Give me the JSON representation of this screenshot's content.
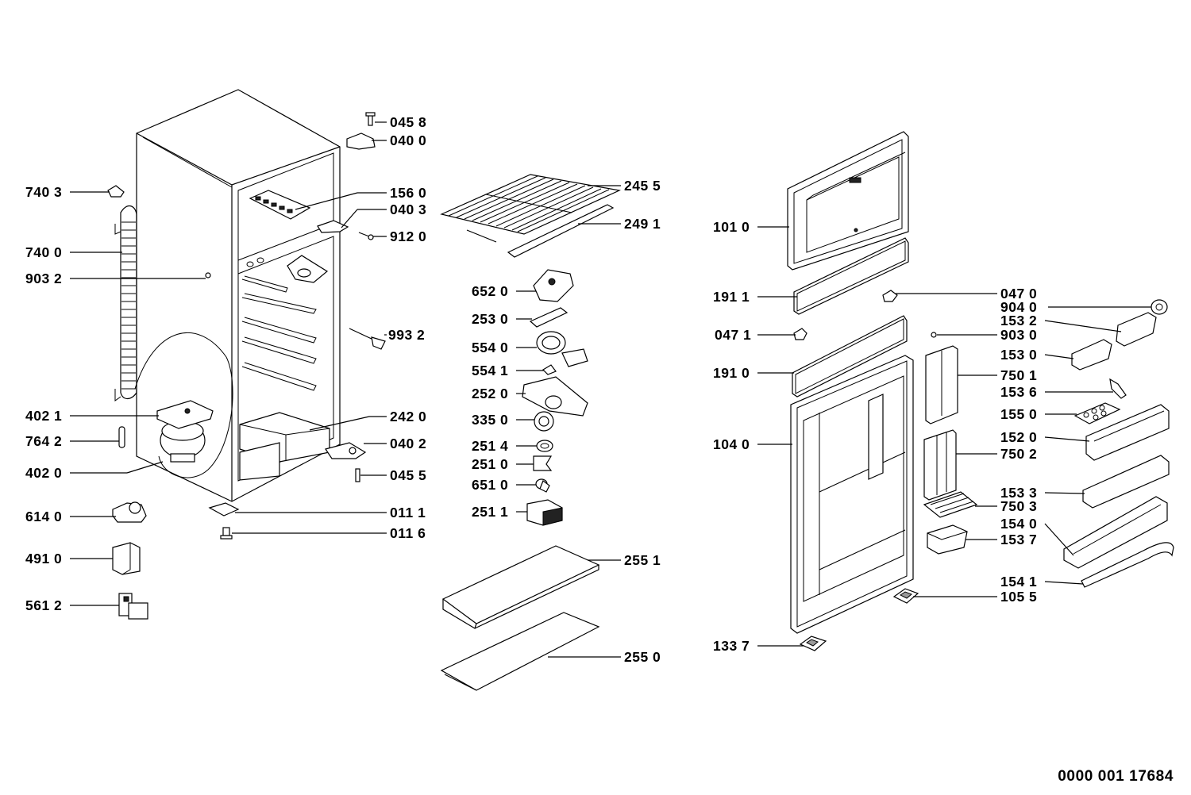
{
  "document_number": "0000 001 17684",
  "parts": [
    {
      "name": "part-045-8",
      "code": "045 8"
    },
    {
      "name": "part-040-0",
      "code": "040 0"
    },
    {
      "name": "part-740-3",
      "code": "740 3"
    },
    {
      "name": "part-156-0",
      "code": "156 0"
    },
    {
      "name": "part-040-3",
      "code": "040 3"
    },
    {
      "name": "part-912-0",
      "code": "912 0"
    },
    {
      "name": "part-740-0",
      "code": "740 0"
    },
    {
      "name": "part-903-2",
      "code": "903 2"
    },
    {
      "name": "part-993-2",
      "code": "993 2"
    },
    {
      "name": "part-402-1",
      "code": "402 1"
    },
    {
      "name": "part-242-0",
      "code": "242 0"
    },
    {
      "name": "part-764-2",
      "code": "764 2"
    },
    {
      "name": "part-040-2",
      "code": "040 2"
    },
    {
      "name": "part-402-0",
      "code": "402 0"
    },
    {
      "name": "part-045-5",
      "code": "045 5"
    },
    {
      "name": "part-614-0",
      "code": "614 0"
    },
    {
      "name": "part-011-1",
      "code": "011 1"
    },
    {
      "name": "part-011-6",
      "code": "011 6"
    },
    {
      "name": "part-491-0",
      "code": "491 0"
    },
    {
      "name": "part-561-2",
      "code": "561 2"
    },
    {
      "name": "part-245-5",
      "code": "245 5"
    },
    {
      "name": "part-249-1",
      "code": "249 1"
    },
    {
      "name": "part-652-0",
      "code": "652 0"
    },
    {
      "name": "part-253-0",
      "code": "253 0"
    },
    {
      "name": "part-554-0",
      "code": "554 0"
    },
    {
      "name": "part-554-1",
      "code": "554 1"
    },
    {
      "name": "part-252-0",
      "code": "252 0"
    },
    {
      "name": "part-335-0",
      "code": "335 0"
    },
    {
      "name": "part-251-4",
      "code": "251 4"
    },
    {
      "name": "part-251-0",
      "code": "251 0"
    },
    {
      "name": "part-651-0",
      "code": "651 0"
    },
    {
      "name": "part-251-1",
      "code": "251 1"
    },
    {
      "name": "part-255-1",
      "code": "255 1"
    },
    {
      "name": "part-255-0",
      "code": "255 0"
    },
    {
      "name": "part-101-0",
      "code": "101 0"
    },
    {
      "name": "part-191-1",
      "code": "191 1"
    },
    {
      "name": "part-047-1",
      "code": "047 1"
    },
    {
      "name": "part-191-0",
      "code": "191 0"
    },
    {
      "name": "part-104-0",
      "code": "104 0"
    },
    {
      "name": "part-133-7",
      "code": "133 7"
    },
    {
      "name": "part-047-0",
      "code": "047 0"
    },
    {
      "name": "part-904-0",
      "code": "904 0"
    },
    {
      "name": "part-153-2",
      "code": "153 2"
    },
    {
      "name": "part-903-0",
      "code": "903 0"
    },
    {
      "name": "part-153-0",
      "code": "153 0"
    },
    {
      "name": "part-750-1",
      "code": "750 1"
    },
    {
      "name": "part-153-6",
      "code": "153 6"
    },
    {
      "name": "part-155-0",
      "code": "155 0"
    },
    {
      "name": "part-152-0",
      "code": "152 0"
    },
    {
      "name": "part-750-2",
      "code": "750 2"
    },
    {
      "name": "part-153-3",
      "code": "153 3"
    },
    {
      "name": "part-750-3",
      "code": "750 3"
    },
    {
      "name": "part-154-0",
      "code": "154 0"
    },
    {
      "name": "part-153-7",
      "code": "153 7"
    },
    {
      "name": "part-154-1",
      "code": "154 1"
    },
    {
      "name": "part-105-5",
      "code": "105 5"
    }
  ]
}
